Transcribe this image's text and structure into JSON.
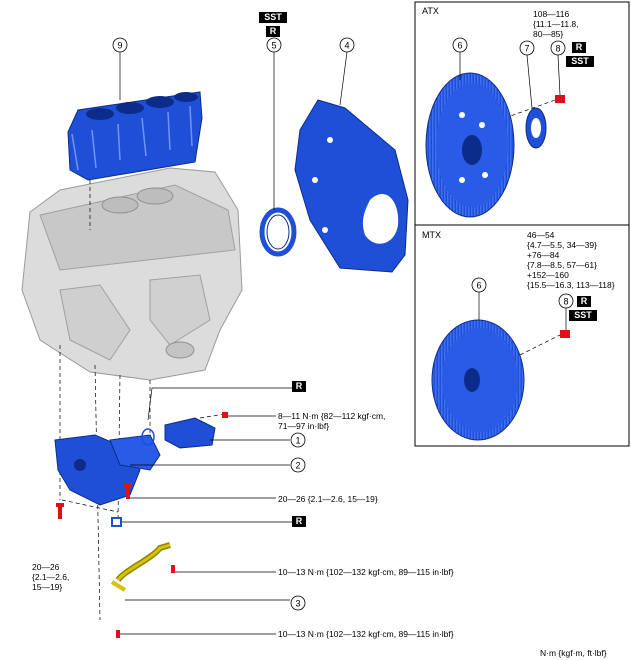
{
  "callouts": {
    "n1": "1",
    "n2": "2",
    "n3": "3",
    "n4": "4",
    "n5": "5",
    "n6a": "6",
    "n7": "7",
    "n8a": "8",
    "n6b": "6",
    "n8b": "8",
    "n9": "9"
  },
  "tags": {
    "sst_top": "SST",
    "r_top": "R",
    "r_atx": "R",
    "sst_atx": "SST",
    "r_mtx": "R",
    "sst_mtx": "SST",
    "r_pump": "R",
    "r_pipe": "R"
  },
  "boxes": {
    "atx_title": "ATX",
    "mtx_title": "MTX"
  },
  "torque": {
    "atx": "108—116\n{11.1—11.8,\n80—85}",
    "mtx": "46—54\n{4.7—5.5, 34—39}\n+76—84\n{7.8—8.5, 57—61}\n+152—160\n{15.5—16.3, 113—118}",
    "pump_bolt": "8—11 N·m {82—112 kgf·cm,\n71—97 in·lbf}",
    "pump_lower": "20—26 {2.1—2.6, 15—19}",
    "left": "20—26\n{2.1—2.6,\n15—19}",
    "pipe_upper": "10—13 N·m {102—132 kgf·cm, 89—115 in·lbf}",
    "pipe_lower": "10—13 N·m {102—132 kgf·cm, 89—115 in·lbf}",
    "units": "N·m {kgf·m, ft·lbf}"
  },
  "colors": {
    "part_blue": "#1f4fd6",
    "block_gray": "#d9d9d9",
    "bolt_red": "#e0101a",
    "pipe_yellow": "#c8b400"
  }
}
